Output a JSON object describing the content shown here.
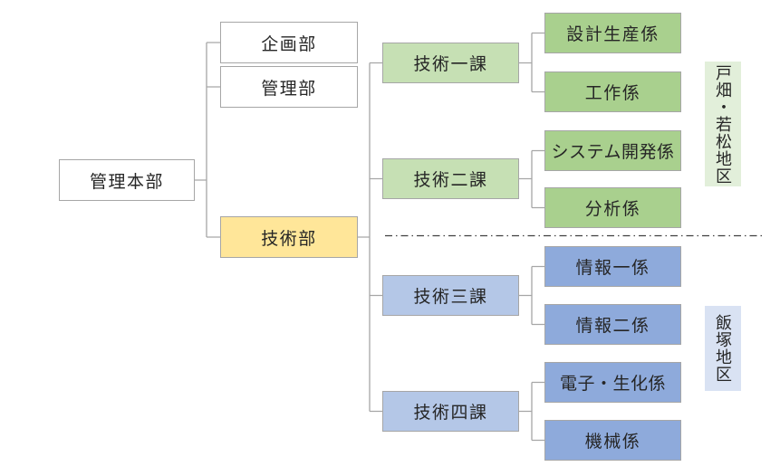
{
  "diagram": {
    "type": "org-chart",
    "root": {
      "label": "管理本部"
    },
    "departments": [
      {
        "label": "企画部"
      },
      {
        "label": "管理部"
      },
      {
        "label": "技術部"
      }
    ],
    "sections": [
      {
        "label": "技術一課"
      },
      {
        "label": "技術二課"
      },
      {
        "label": "技術三課"
      },
      {
        "label": "技術四課"
      }
    ],
    "units": [
      {
        "label": "設計生産係"
      },
      {
        "label": "工作係"
      },
      {
        "label": "システム開発係"
      },
      {
        "label": "分析係"
      },
      {
        "label": "情報一係"
      },
      {
        "label": "情報二係"
      },
      {
        "label": "電子・生化係"
      },
      {
        "label": "機械係"
      }
    ],
    "regions": [
      {
        "label": "戸畑・若松地区"
      },
      {
        "label": "飯塚地区"
      }
    ],
    "colors": {
      "highlight_yellow": "#ffe699",
      "section_green": "#c6e0b4",
      "unit_green": "#a9d08e",
      "section_blue": "#b4c7e7",
      "unit_blue": "#8eaadb",
      "region_green_bg": "#e2efda",
      "region_blue_bg": "#d9e2f3",
      "connector_gray": "#a6a6a6",
      "divider_dark": "#404040",
      "text": "#262626"
    }
  }
}
